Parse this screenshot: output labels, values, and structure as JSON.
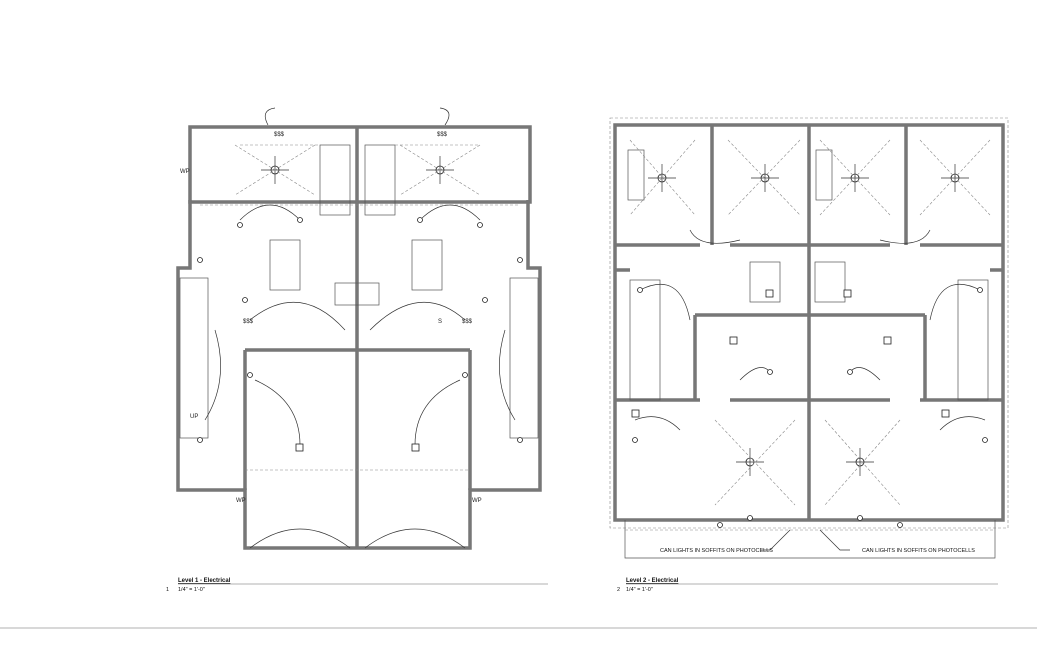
{
  "drawings": [
    {
      "number": "1",
      "title": "Level 1 - Electrical",
      "scale": "1/4\" = 1'-0\""
    },
    {
      "number": "2",
      "title": "Level 2 - Electrical",
      "scale": "1/4\" = 1'-0\""
    }
  ],
  "level1_labels": {
    "wp_top": "WP",
    "wp_bottom": "WP",
    "wp_right": "WP",
    "up": "UP",
    "switch_group": "$$$",
    "switch": "S"
  },
  "level2_notes": [
    "CAN LIGHTS IN SOFFITS ON PHOTOCELLS",
    "CAN LIGHTS IN SOFFITS ON PHOTOCELLS"
  ]
}
